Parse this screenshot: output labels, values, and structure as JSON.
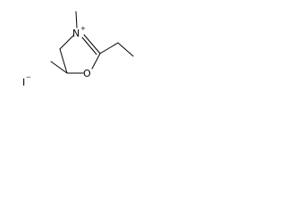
{
  "molecule": {
    "ring": {
      "nitrogen": {
        "symbol": "N",
        "charge": "+"
      },
      "oxygen": {
        "symbol": "O"
      }
    },
    "counterion": {
      "symbol": "I",
      "charge": "−"
    }
  }
}
